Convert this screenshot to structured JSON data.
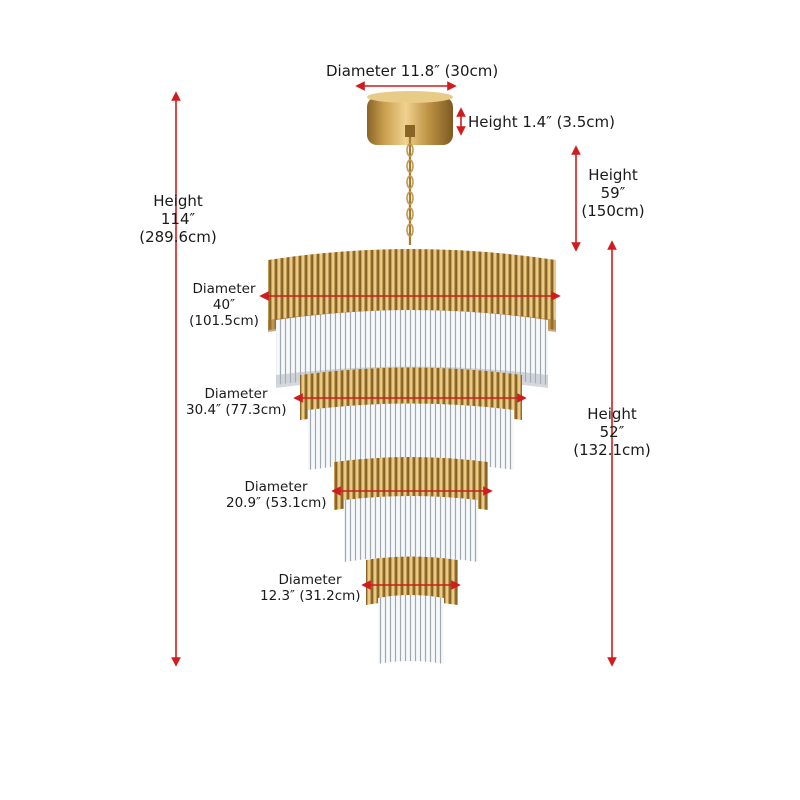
{
  "dimensions": {
    "canopy_diameter": {
      "label": "Diameter 11.8″  (30cm)"
    },
    "canopy_height": {
      "label": "Height  1.4″  (3.5cm)"
    },
    "chain_height": {
      "line1": "Height",
      "line2": "59″",
      "line3": "(150cm)"
    },
    "total_height": {
      "line1": "Height",
      "line2": "114″",
      "line3": "(289.6cm)"
    },
    "body_height": {
      "line1": "Height",
      "line2": "52″",
      "line3": "(132.1cm)"
    },
    "tier1_diameter": {
      "line1": "Diameter",
      "line2": "40″",
      "line3": "(101.5cm)"
    },
    "tier2_diameter": {
      "line1": "Diameter",
      "line2": "30.4″  (77.3cm)"
    },
    "tier3_diameter": {
      "line1": "Diameter",
      "line2": "20.9″  (53.1cm)"
    },
    "tier4_diameter": {
      "line1": "Diameter",
      "line2": "12.3″  (31.2cm)"
    }
  },
  "colors": {
    "arrow": "#d01c1c",
    "gold_light": "#e3c07c",
    "gold_mid": "#c09546",
    "gold_dark": "#8a6426",
    "crystal_light": "#f4f6f8",
    "crystal_dark": "#9aa3ad"
  }
}
